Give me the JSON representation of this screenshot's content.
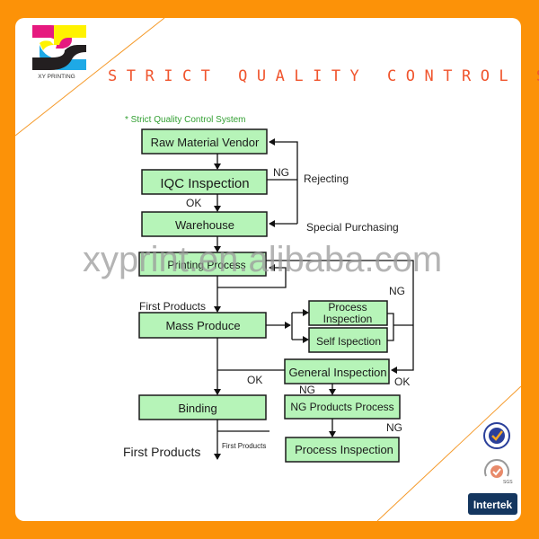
{
  "brand": {
    "logo_name": "XY PRINTING",
    "colors": {
      "magenta": "#e6197f",
      "yellow": "#fff200",
      "cyan": "#1ea9e6",
      "black": "#231f20"
    }
  },
  "header": {
    "title": "STRICT QUALITY CONTROL SYSTEM",
    "subtitle": "* Strict Quality Control System",
    "title_color": "#f0552e",
    "subtitle_color": "#33a033"
  },
  "watermark": "xyprint.en.alibaba.com",
  "flow": {
    "boxes": {
      "raw_material_vendor": "Raw Material Vendor",
      "iqc_inspection": "IQC Inspection",
      "warehouse": "Warehouse",
      "printing_process": "Printing Process",
      "mass_produce": "Mass Produce",
      "process_inspection_line1": "Process",
      "process_inspection_line2": "Inspection",
      "self_inspection": "Self Ispection",
      "general_inspection": "General Inspection",
      "binding": "Binding",
      "ng_products_process": "NG Products Process",
      "process_inspection_final": "Process Inspection"
    },
    "labels": {
      "ng_iqc": "NG",
      "rejecting": "Rejecting",
      "ok_iqc": "OK",
      "special_purchasing": "Special Purchasing",
      "first_products_top": "First Products",
      "ng_right": "NG",
      "ok_left": "OK",
      "ok_right": "OK",
      "ng_general": "NG",
      "ng_products": "NG",
      "first_products_small": "First Products",
      "first_products_bottom": "First Products"
    },
    "box_fill": "#b6f4b8"
  },
  "certifications": [
    {
      "name": "quality-management-seal"
    },
    {
      "name": "SGS"
    },
    {
      "name": "Intertek"
    }
  ]
}
